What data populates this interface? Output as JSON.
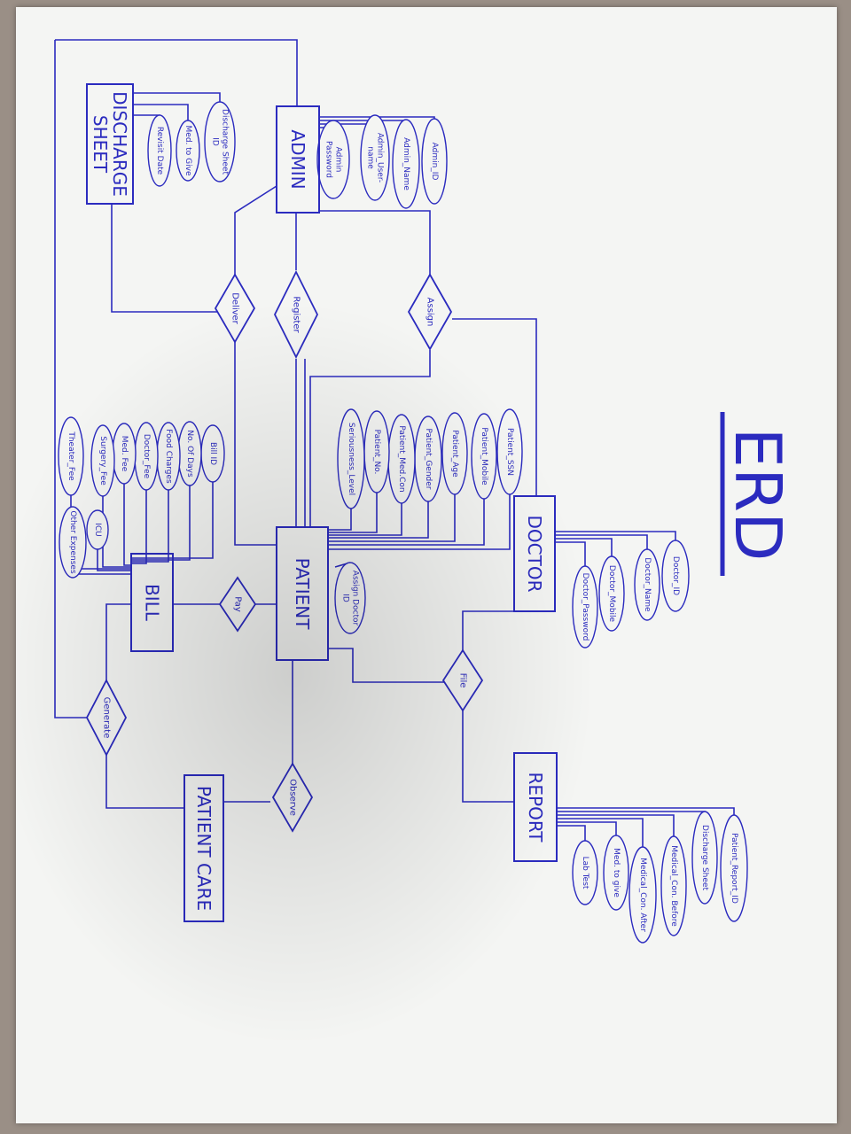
{
  "title": "ERD",
  "colors": {
    "ink": "#2b2bbf",
    "paper": "#f4f5f3",
    "table": "#9a8f86"
  },
  "entities": {
    "discharge_sheet": [
      "DISCHARGE",
      "SHEET"
    ],
    "admin": [
      "ADMIN"
    ],
    "patient": [
      "PATIENT"
    ],
    "doctor": [
      "DOCTOR"
    ],
    "bill": [
      "BILL"
    ],
    "report": [
      "REPORT"
    ],
    "patient_care": [
      "PATIENT CARE"
    ]
  },
  "relationships": {
    "deliver": "Deliver",
    "register": "Register",
    "assign": "Assign",
    "pay": "Pay",
    "file": "File",
    "generate": "Generate",
    "observe": "Observe"
  },
  "attributes": {
    "discharge_sheet": [
      [
        "Discharge Sheet",
        "ID"
      ],
      [
        "Med. to Give"
      ],
      [
        "Revisit Date"
      ]
    ],
    "admin": [
      [
        "Admin_ID"
      ],
      [
        "Admin_Name"
      ],
      [
        "Admin_User-",
        "name"
      ],
      [
        "Admin",
        "Password"
      ]
    ],
    "patient": [
      [
        "Patient_SSN"
      ],
      [
        "Patient_Mobile"
      ],
      [
        "Patient_Age"
      ],
      [
        "Patient_Gender"
      ],
      [
        "Patient_Med.Con"
      ],
      [
        "Patient_No."
      ],
      [
        "Seriousness_Level"
      ]
    ],
    "patient_extra": [
      [
        "Assign Doctor",
        "ID"
      ]
    ],
    "bill": [
      [
        "Bill ID"
      ],
      [
        "No. Of Days"
      ],
      [
        "Food Charges"
      ],
      [
        "Doctor_Fee"
      ],
      [
        "Med. Fee"
      ],
      [
        "Surgery_Fee"
      ],
      [
        "Theater_Fee"
      ],
      [
        "ICU"
      ],
      [
        "Other Expenses"
      ]
    ],
    "doctor": [
      [
        "Doctor_ID"
      ],
      [
        "Doctor_Name"
      ],
      [
        "Doctor_Mobile"
      ],
      [
        "Doctor_Password"
      ]
    ],
    "report": [
      [
        "Patient_Report_ID"
      ],
      [
        "Discharge Sheet"
      ],
      [
        "Medical_Con. Before"
      ],
      [
        "Medical_Con. After"
      ],
      [
        "Med. to give"
      ],
      [
        "Lab Test"
      ]
    ]
  }
}
